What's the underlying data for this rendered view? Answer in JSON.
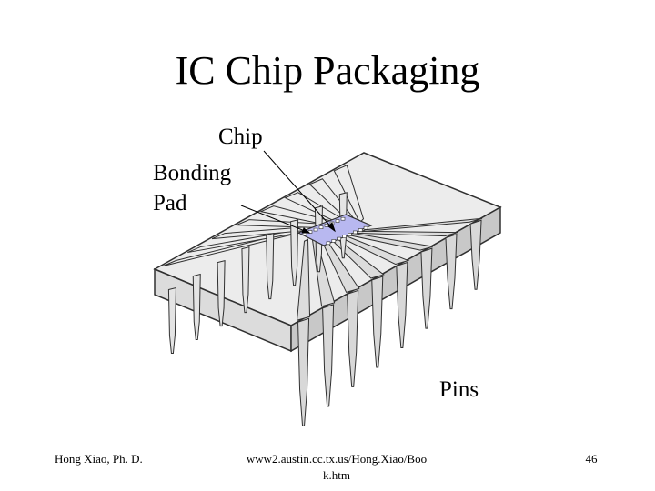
{
  "slide": {
    "title": "IC Chip Packaging",
    "labels": {
      "chip": "Chip",
      "bonding_line1": "Bonding",
      "bonding_line2": "Pad",
      "pins": "Pins"
    },
    "footer": {
      "author": "Hong Xiao, Ph. D.",
      "url_line1": "www2.austin.cc.tx.us/Hong.Xiao/Boo",
      "url_line2": "k.htm",
      "page_number": "46"
    }
  },
  "colors": {
    "package_fill": "#dcdcdc",
    "package_top": "#ececec",
    "chip_fill": "#b8b8f0",
    "line": "#303030"
  }
}
